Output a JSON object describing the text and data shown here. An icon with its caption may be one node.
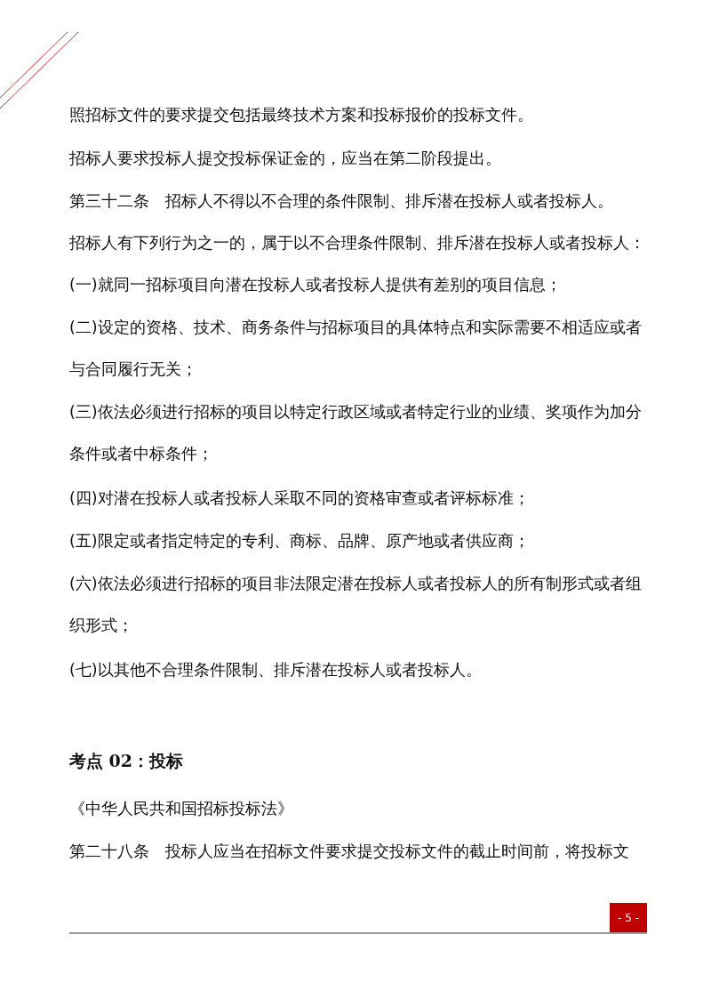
{
  "diagram": {
    "nodes": [
      {
        "text": [
          "- 5 -"
        ]
      }
    ],
    "labels": [
      "照招标文件的要求提交包括最终技术方案和投标报价的投标文件。",
      "招标人要求投标人提交投标保证金的，应当在第二阶段提出。",
      "第三十二条　招标人不得以不合理的条件限制、排斥潜在投标人或者投标人。",
      "招标人有下列行为之一的，属于以不合理条件限制、排斥潜在投标人或者投标人：",
      "(一)就同一招标项目向潜在投标人或者投标人提供有差别的项目信息；",
      "(二)设定的资格、技术、商务条件与招标项目的具体特点和实际需要不相适应或者与合同履行无关；",
      "(三)依法必须进行招标的项目以特定行政区域或者特定行业的业绩、奖项作为加分条件或者中标条件；",
      "(四)对潜在投标人或者投标人采取不同的资格审查或者评标标准；",
      "(五)限定或者指定特定的专利、商标、品牌、原产地或者供应商；",
      "(六)依法必须进行招标的项目非法限定潜在投标人或者投标人的所有制形式或者组织形式；",
      "(七)以其他不合理条件限制、排斥潜在投标人或者投标人。",
      "考点 02：投标",
      "《中华人民共和国招标投标法》",
      "第二十八条　投标人应当在招标文件要求提交投标文件的截止时间前，将投标文"
    ]
  }
}
